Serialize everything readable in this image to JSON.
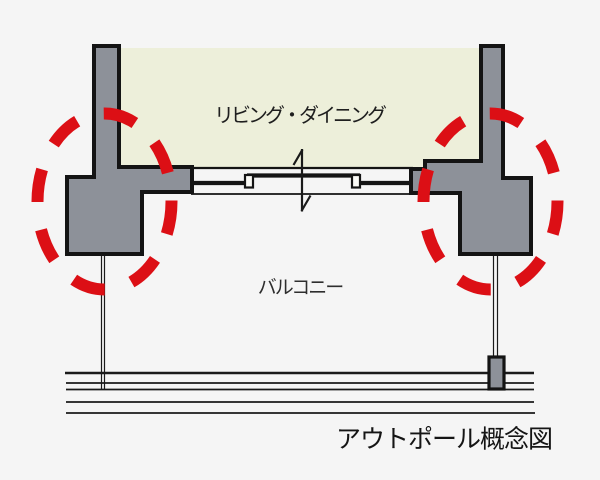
{
  "diagram": {
    "title": "アウトポール概念図",
    "room_label": "リビング・ダイニング",
    "balcony_label": "バルコニー"
  },
  "colors": {
    "background": "#f5f5f5",
    "room_fill": "#edefda",
    "wall_fill": "#8d9199",
    "outline": "#141414",
    "highlight_red": "#dc0f15",
    "label_ink": "#1f1f1f"
  },
  "icons": {
    "outpole_highlight_left": "dashed-ellipse-highlight",
    "outpole_highlight_right": "dashed-ellipse-highlight",
    "door_swing_arrow": "vertical-harpoon-arrow"
  }
}
